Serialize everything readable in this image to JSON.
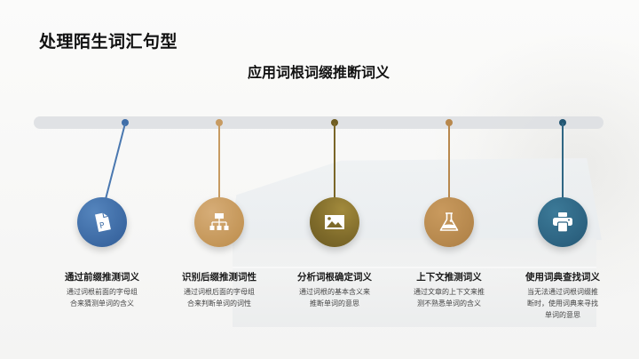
{
  "page_title": "处理陌生词汇句型",
  "subtitle": "应用词根词缀推断词义",
  "colors": {
    "blue": "#3f6ea8",
    "tan": "#c79b62",
    "olive": "#7e6a2a",
    "bronze": "#b8884d",
    "teal": "#2f6683",
    "timeline_bar": "#dcdee2"
  },
  "steps": [
    {
      "icon": "document-p-icon",
      "title": "通过前缀推测词义",
      "desc": "通过词根前面的字母组合来猜测单词的含义",
      "color": "#3f6ea8"
    },
    {
      "icon": "hierarchy-icon",
      "title": "识别后缀推测词性",
      "desc": "通过词根后面的字母组合来判断单词的词性",
      "color": "#c79b62"
    },
    {
      "icon": "image-icon",
      "title": "分析词根确定词义",
      "desc": "通过词根的基本含义来推断单词的意思",
      "color": "#7e6a2a"
    },
    {
      "icon": "flask-icon",
      "title": "上下文推测词义",
      "desc": "通过文章的上下文来推测不熟悉单词的含义",
      "color": "#b8884d"
    },
    {
      "icon": "printer-icon",
      "title": "使用词典查找词义",
      "desc": "当无法通过词根词缀推断时，使用词典来寻找单词的意思",
      "color": "#2f6683"
    }
  ]
}
